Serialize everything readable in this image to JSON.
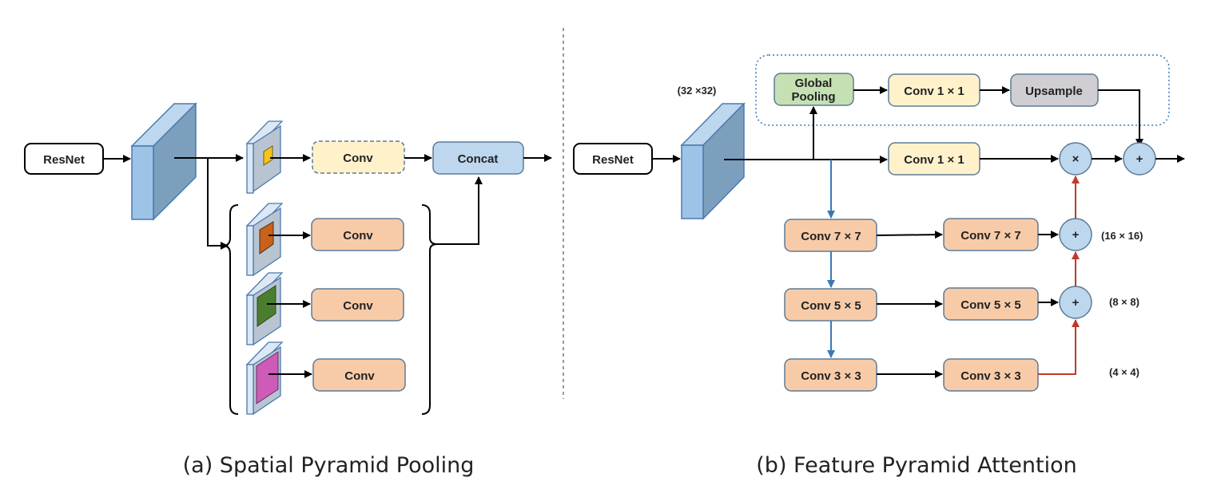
{
  "left_panel": {
    "input_label": "ResNet",
    "conv_labels": [
      "Conv",
      "Conv",
      "Conv",
      "Conv"
    ],
    "concat_label": "Concat",
    "caption": "(a) Spatial Pyramid Pooling",
    "pool_colors": [
      "#f5c518",
      "#c8611a",
      "#4a7e2e",
      "#cc5cb8"
    ]
  },
  "right_panel": {
    "input_label": "ResNet",
    "input_size_label": "(32 ×32)",
    "global_pooling_label": [
      "Global",
      "Pooling"
    ],
    "top_conv_label": "Conv 1 × 1",
    "upsample_label": "Upsample",
    "main_conv_label": "Conv 1 × 1",
    "multiply_symbol": "×",
    "add_symbol": "+",
    "down_convs": [
      "Conv 7 × 7",
      "Conv 5 × 5",
      "Conv 3 × 3"
    ],
    "side_convs": [
      "Conv 7 × 7",
      "Conv 5 × 5",
      "Conv 3 × 3"
    ],
    "scale_labels": [
      "(16 × 16)",
      "(8 × 8)",
      "(4 × 4)"
    ],
    "caption": "(b) Feature Pyramid Attention"
  },
  "colors": {
    "orange_box": "#f8cba8",
    "yellow_box": "#fff2cb",
    "green_box": "#c5e0b3",
    "gray_box": "#d0ced2",
    "blue_box": "#bdd7ee",
    "feature_map": "#9dc3e6",
    "red_arrow": "#c0392b",
    "blue_arrow": "#3a78b5"
  }
}
